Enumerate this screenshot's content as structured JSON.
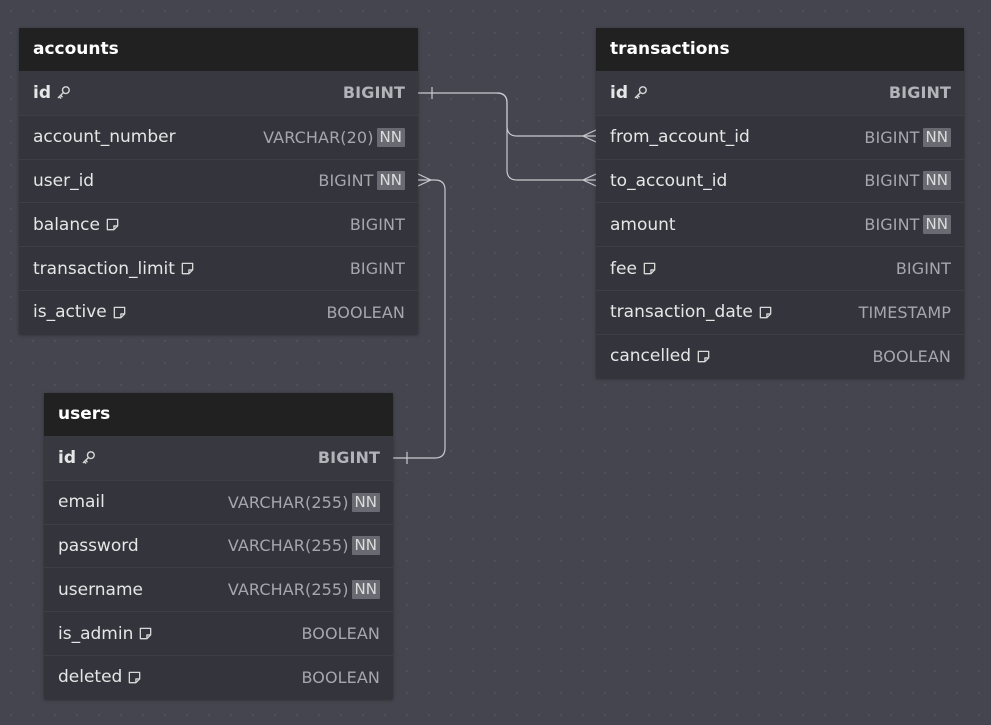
{
  "tables": {
    "accounts": {
      "name": "accounts",
      "columns": [
        {
          "name": "id",
          "type": "BIGINT",
          "nn": "",
          "icon": "key-icon"
        },
        {
          "name": "account_number",
          "type": "VARCHAR(20)",
          "nn": "NN",
          "icon": ""
        },
        {
          "name": "user_id",
          "type": "BIGINT",
          "nn": "NN",
          "icon": ""
        },
        {
          "name": "balance",
          "type": "BIGINT",
          "nn": "",
          "icon": "note-icon"
        },
        {
          "name": "transaction_limit",
          "type": "BIGINT",
          "nn": "",
          "icon": "note-icon"
        },
        {
          "name": "is_active",
          "type": "BOOLEAN",
          "nn": "",
          "icon": "note-icon"
        }
      ]
    },
    "transactions": {
      "name": "transactions",
      "columns": [
        {
          "name": "id",
          "type": "BIGINT",
          "nn": "",
          "icon": "key-icon"
        },
        {
          "name": "from_account_id",
          "type": "BIGINT",
          "nn": "NN",
          "icon": ""
        },
        {
          "name": "to_account_id",
          "type": "BIGINT",
          "nn": "NN",
          "icon": ""
        },
        {
          "name": "amount",
          "type": "BIGINT",
          "nn": "NN",
          "icon": ""
        },
        {
          "name": "fee",
          "type": "BIGINT",
          "nn": "",
          "icon": "note-icon"
        },
        {
          "name": "transaction_date",
          "type": "TIMESTAMP",
          "nn": "",
          "icon": "note-icon"
        },
        {
          "name": "cancelled",
          "type": "BOOLEAN",
          "nn": "",
          "icon": "note-icon"
        }
      ]
    },
    "users": {
      "name": "users",
      "columns": [
        {
          "name": "id",
          "type": "BIGINT",
          "nn": "",
          "icon": "key-icon"
        },
        {
          "name": "email",
          "type": "VARCHAR(255)",
          "nn": "NN",
          "icon": ""
        },
        {
          "name": "password",
          "type": "VARCHAR(255)",
          "nn": "NN",
          "icon": ""
        },
        {
          "name": "username",
          "type": "VARCHAR(255)",
          "nn": "NN",
          "icon": ""
        },
        {
          "name": "is_admin",
          "type": "BOOLEAN",
          "nn": "",
          "icon": "note-icon"
        },
        {
          "name": "deleted",
          "type": "BOOLEAN",
          "nn": "",
          "icon": "note-icon"
        }
      ]
    }
  },
  "relationships": [
    {
      "from": "accounts.id",
      "to": "transactions.from_account_id",
      "cardinality": "one-to-many"
    },
    {
      "from": "accounts.id",
      "to": "transactions.to_account_id",
      "cardinality": "one-to-many"
    },
    {
      "from": "users.id",
      "to": "accounts.user_id",
      "cardinality": "one-to-many"
    }
  ],
  "colors": {
    "background": "#44454e",
    "table_body": "#34353c",
    "table_header": "#212121",
    "link_line": "#c9c9cf",
    "nn_badge": "#6a6b72"
  }
}
